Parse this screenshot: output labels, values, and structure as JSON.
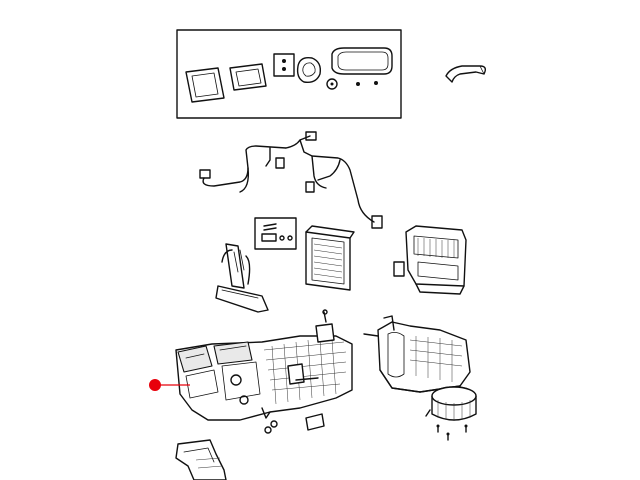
{
  "diagram": {
    "kind": "exploded-parts-illustration",
    "parts": [
      {
        "id": "seal-kit",
        "icon": "seal-kit-icon"
      },
      {
        "id": "duct-handle",
        "icon": "duct-handle-icon"
      },
      {
        "id": "wiring-harness",
        "icon": "wiring-harness-icon"
      },
      {
        "id": "hardware-kit",
        "icon": "hardware-kit-icon"
      },
      {
        "id": "evaporator-core",
        "icon": "evaporator-core-icon"
      },
      {
        "id": "heater-core",
        "icon": "heater-core-icon"
      },
      {
        "id": "blend-door-actuator",
        "icon": "actuator-icon"
      },
      {
        "id": "upper-housing",
        "icon": "upper-housing-icon"
      },
      {
        "id": "main-hvac-housing",
        "icon": "hvac-housing-icon",
        "highlighted": true
      },
      {
        "id": "blower-housing",
        "icon": "blower-housing-icon"
      },
      {
        "id": "blower-motor",
        "icon": "blower-motor-icon"
      },
      {
        "id": "drain-duct",
        "icon": "drain-duct-icon"
      }
    ],
    "highlight_marker": {
      "color": "#e8000b",
      "points_to": "main-hvac-housing"
    }
  }
}
